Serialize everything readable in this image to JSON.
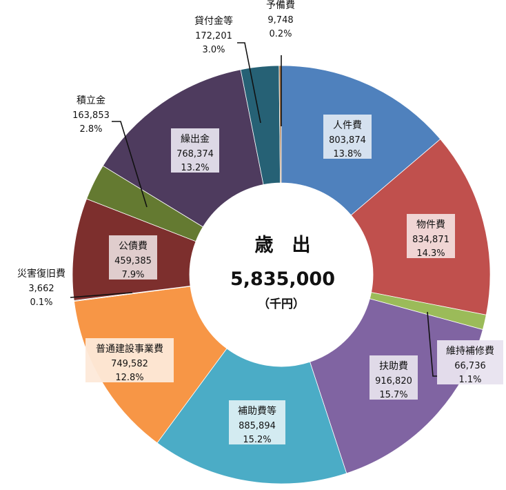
{
  "chart_data": {
    "type": "pie",
    "variant": "donut",
    "title": "歳　出",
    "total": "5,835,000",
    "unit": "（千円）",
    "legend": "none",
    "series": [
      {
        "name": "人件費",
        "value": 803874,
        "value_label": "803,874",
        "percent": "13.8%",
        "color": "#4f81bd"
      },
      {
        "name": "物件費",
        "value": 834871,
        "value_label": "834,871",
        "percent": "14.3%",
        "color": "#c0504d"
      },
      {
        "name": "維持補修費",
        "value": 66736,
        "value_label": "66,736",
        "percent": "1.1%",
        "color": "#9bbb59"
      },
      {
        "name": "扶助費",
        "value": 916820,
        "value_label": "916,820",
        "percent": "15.7%",
        "color": "#8064a2"
      },
      {
        "name": "補助費等",
        "value": 885894,
        "value_label": "885,894",
        "percent": "15.2%",
        "color": "#4bacc6"
      },
      {
        "name": "普通建設事業費",
        "value": 749582,
        "value_label": "749,582",
        "percent": "12.8%",
        "color": "#f79646"
      },
      {
        "name": "災害復旧費",
        "value": 3662,
        "value_label": "3,662",
        "percent": "0.1%",
        "color": "#9e7f6b"
      },
      {
        "name": "公債費",
        "value": 459385,
        "value_label": "459,385",
        "percent": "7.9%",
        "color": "#7d2f2d"
      },
      {
        "name": "積立金",
        "value": 163853,
        "value_label": "163,853",
        "percent": "2.8%",
        "color": "#647a31"
      },
      {
        "name": "繰出金",
        "value": 768374,
        "value_label": "768,374",
        "percent": "13.2%",
        "color": "#4e3b5e"
      },
      {
        "name": "貸付金等",
        "value": 172201,
        "value_label": "172,201",
        "percent": "3.0%",
        "color": "#266175"
      },
      {
        "name": "予備費",
        "value": 9748,
        "value_label": "9,748",
        "percent": "0.2%",
        "color": "#b07a4a"
      }
    ]
  }
}
